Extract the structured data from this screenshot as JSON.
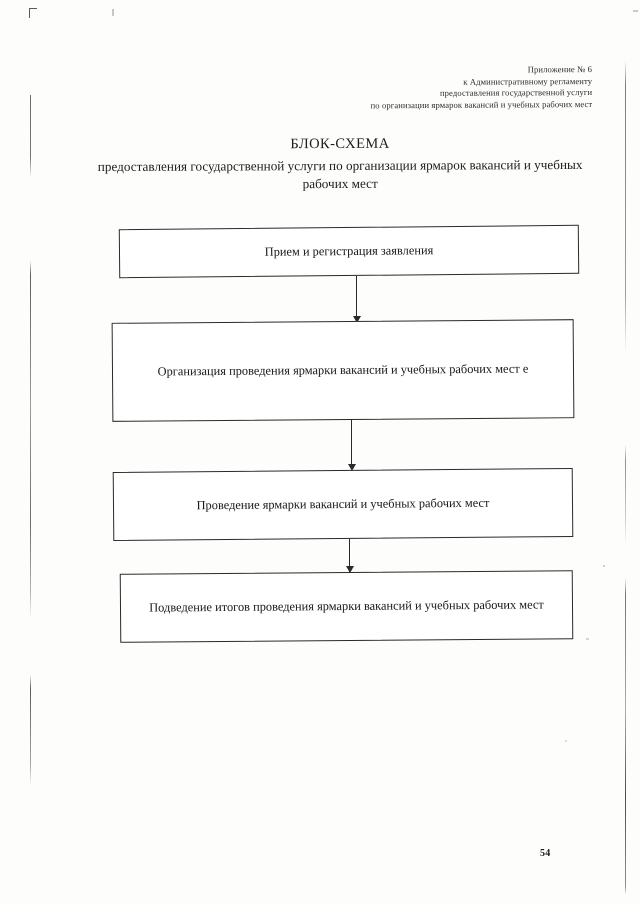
{
  "document": {
    "header_lines": [
      "Приложение № 6",
      "к Административному регламенту",
      "предоставления государственной услуги",
      "по организации ярмарок вакансий и учебных рабочих мест"
    ],
    "title": "БЛОК-СХЕМА",
    "subtitle": "предоставления государственной услуги по организации ярмарок вакансий и учебных рабочих мест",
    "page_number": "54"
  },
  "flowchart": {
    "nodes": [
      {
        "label": "Прием и регистрация заявления"
      },
      {
        "label": "Организация проведения ярмарки вакансий и учебных рабочих мест е"
      },
      {
        "label": "Проведение ярмарки вакансий и учебных рабочих мест"
      },
      {
        "label": "Подведение итогов проведения ярмарки вакансий и учебных рабочих мест"
      }
    ],
    "connectors": [
      {
        "from": "node-1",
        "to": "node-2",
        "marker": "arrow-down"
      },
      {
        "from": "node-2",
        "to": "node-3",
        "marker": "arrow-down"
      },
      {
        "from": "node-3",
        "to": "node-4",
        "marker": "arrow-down"
      }
    ]
  },
  "colors": {
    "paper": "#fdfdfc",
    "ink": "#1a1a1a",
    "box_border": "#2a2a2a"
  }
}
